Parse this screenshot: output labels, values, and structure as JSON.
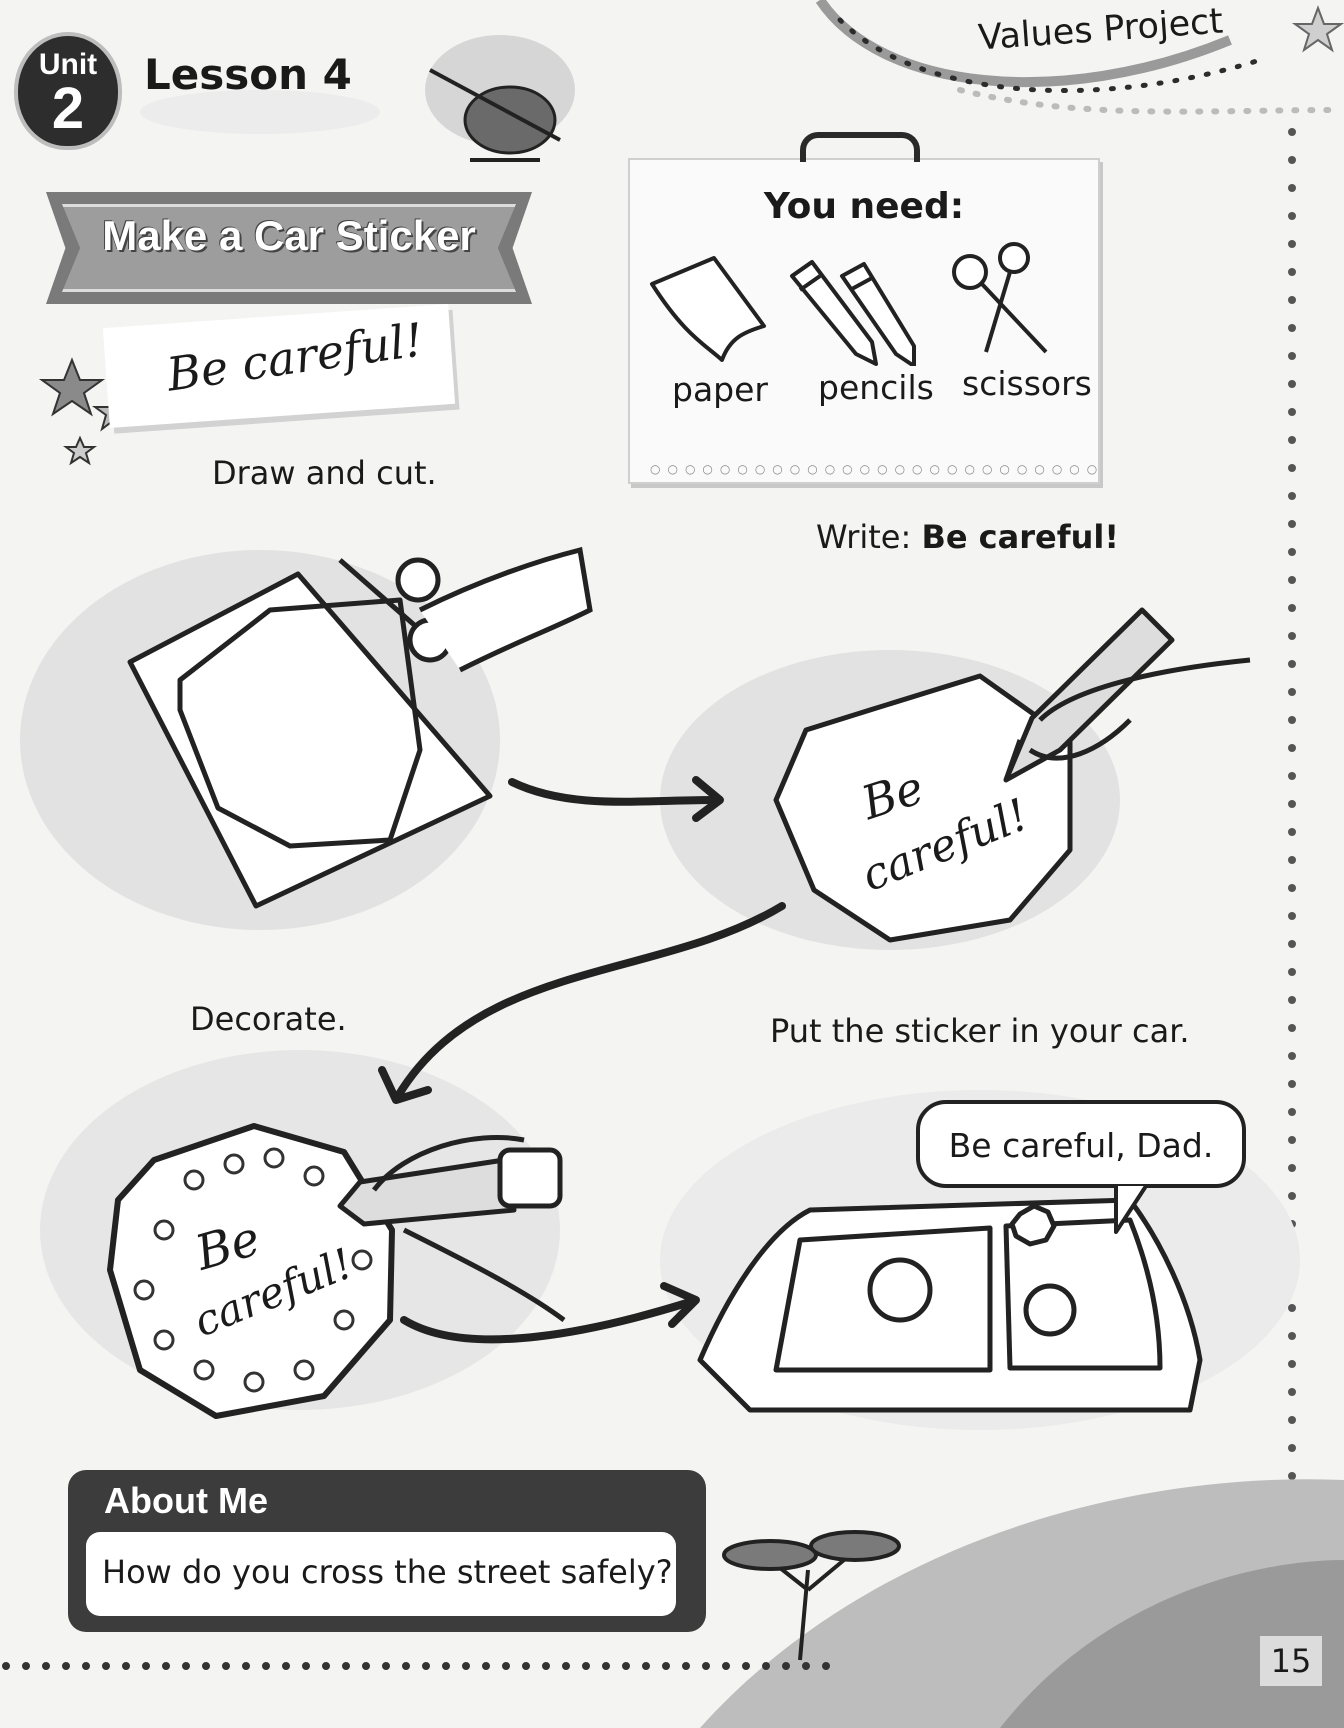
{
  "header": {
    "unit_word": "Unit",
    "unit_number": "2",
    "lesson": "Lesson 4",
    "values_project": "Values Project"
  },
  "project": {
    "title": "Make a Car Sticker",
    "value_phrase": "Be careful!"
  },
  "you_need": {
    "title": "You need:",
    "items": [
      {
        "label": "paper",
        "icon": "paper-icon"
      },
      {
        "label": "pencils",
        "icon": "pencils-icon"
      },
      {
        "label": "scissors",
        "icon": "scissors-icon"
      }
    ]
  },
  "steps": [
    {
      "text": "Draw and cut."
    },
    {
      "prefix": "Write: ",
      "emphasis": "Be careful!"
    },
    {
      "text": "Decorate."
    },
    {
      "text": "Put the sticker in your car."
    }
  ],
  "sticker_text": {
    "line1": "Be",
    "line2": "careful!"
  },
  "speech_bubble": "Be careful, Dad.",
  "about_me": {
    "title": "About Me",
    "question": "How do you cross the street safely?"
  },
  "page_number": "15"
}
